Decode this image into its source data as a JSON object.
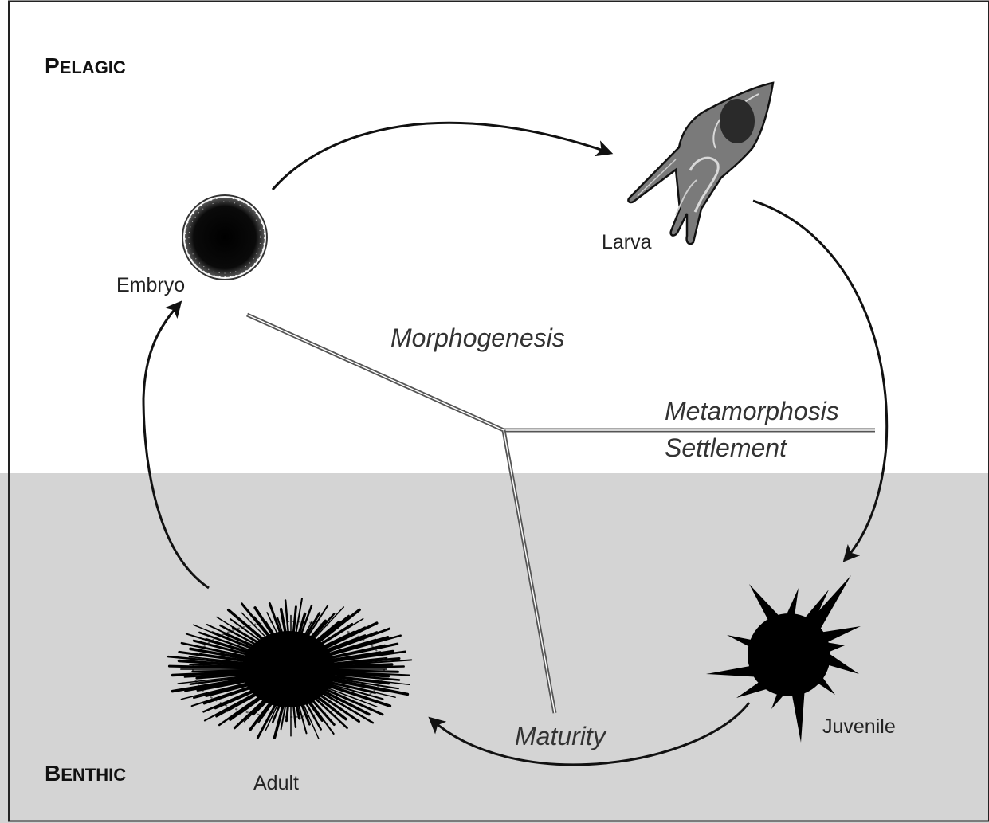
{
  "zones": {
    "pelagic": {
      "first": "P",
      "rest": "ELAGIC",
      "color": "#ffffff"
    },
    "benthic": {
      "first": "B",
      "rest": "ENTHIC",
      "color": "#d4d4d4"
    }
  },
  "stages": {
    "embryo": "Embryo",
    "larva": "Larva",
    "juvenile": "Juvenile",
    "adult": "Adult"
  },
  "processes": {
    "morphogenesis": "Morphogenesis",
    "metamorphosis": "Metamorphosis",
    "settlement": "Settlement",
    "maturity": "Maturity"
  },
  "colors": {
    "ink": "#111111",
    "frame": "#222222"
  }
}
